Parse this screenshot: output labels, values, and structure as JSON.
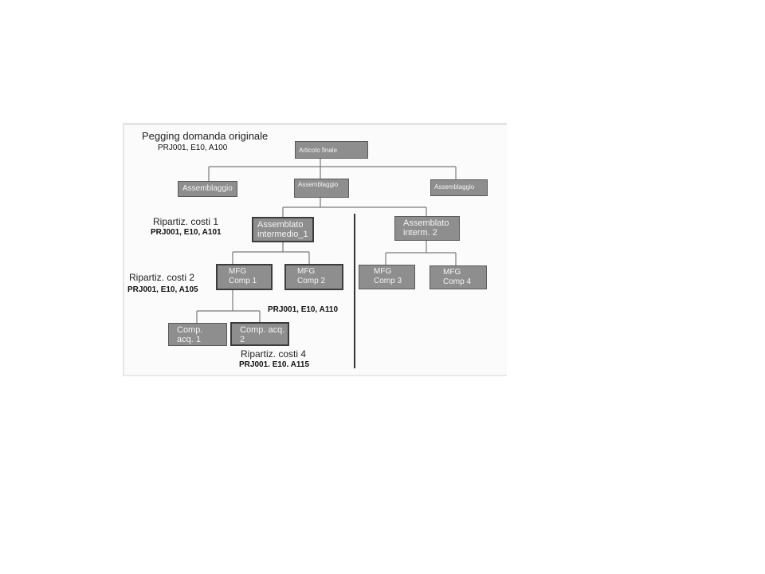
{
  "header": {
    "title": "Pegging domanda originale",
    "code": "PRJ001, E10, A100"
  },
  "nodes": {
    "final": "Articolo finale",
    "asm_left": "Assemblaggio",
    "asm_mid": "Assemblaggio",
    "asm_right": "Assemblaggio",
    "inter1": [
      "Assemblato",
      "intermedio_1"
    ],
    "inter2": [
      "Assemblato",
      "interm. 2"
    ],
    "mfg1": [
      "MFG",
      "Comp 1"
    ],
    "mfg2": [
      "MFG",
      "Comp 2"
    ],
    "mfg3": [
      "MFG",
      "Comp 3"
    ],
    "mfg4": [
      "MFG",
      "Comp 4"
    ],
    "acq1": [
      "Comp.",
      "acq. 1"
    ],
    "acq2": [
      "Comp. acq.",
      "2"
    ]
  },
  "annotations": {
    "cost1": {
      "title": "Ripartiz. costi 1",
      "code": "PRJ001, E10, A101"
    },
    "cost2": {
      "title": "Ripartiz. costi 2",
      "code": "PRJ001, E10, A105"
    },
    "mid_code": "PRJ001, E10, A110",
    "cost4": {
      "title": "Ripartiz. costi 4",
      "code": "PRJ001. E10. A115"
    }
  }
}
